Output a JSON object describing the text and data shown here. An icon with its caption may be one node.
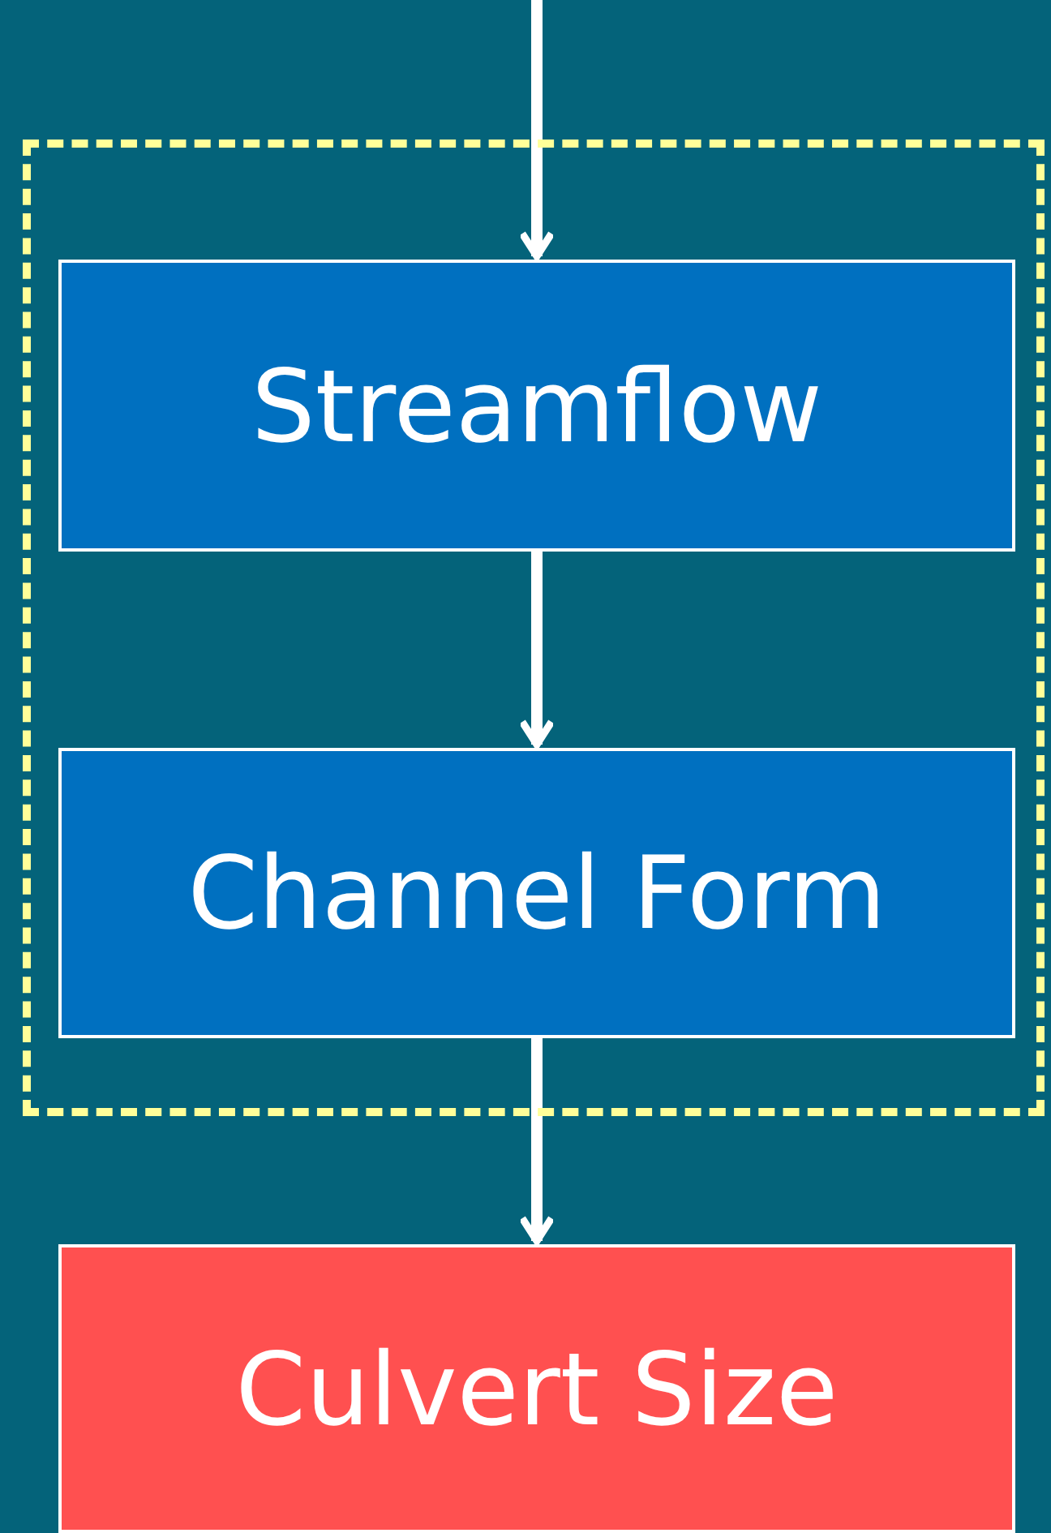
{
  "diagram": {
    "nodes": [
      {
        "text": [],
        "shape": "box"
      },
      {
        "text": [
          "Streamflow"
        ],
        "in": 0
      },
      {
        "text": [
          "Channel Form"
        ],
        "in": 0
      },
      {
        "text": [
          "Culvert Size"
        ]
      }
    ],
    "edges": [
      {
        "from": null,
        "to": 1,
        "arrow": "to"
      },
      {
        "from": 1,
        "to": 2,
        "arrow": "to"
      },
      {
        "from": 2,
        "to": 3,
        "arrow": "to"
      }
    ]
  }
}
